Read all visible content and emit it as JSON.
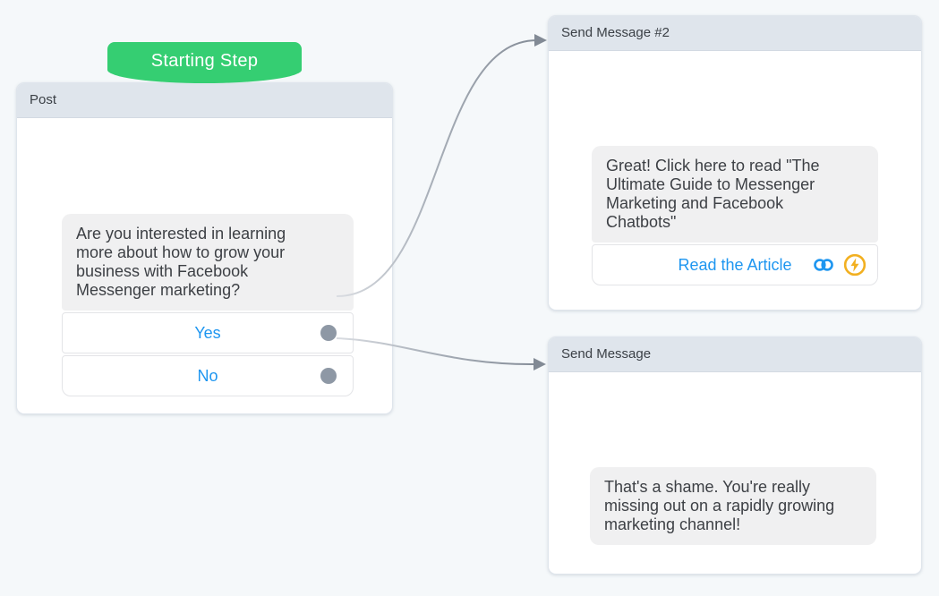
{
  "canvas": {
    "starting_step_label": "Starting Step",
    "colors": {
      "background": "#f5f8fa",
      "badge_green": "#35ce72",
      "node_header_bg": "#dfe5ec",
      "accent_blue": "#1e96f0",
      "connector_gray": "#828a95",
      "port_gray": "#8e98a5",
      "zap_yellow": "#f2b021",
      "bubble_gray": "#f0f0f1"
    }
  },
  "nodes": {
    "post": {
      "title": "Post",
      "message_lines": [
        "Are you interested in learning",
        "more about how to grow your",
        "business with Facebook",
        "Messenger marketing?"
      ],
      "message": "Are you interested in learning more about how to grow your business with Facebook Messenger marketing?",
      "buttons": [
        {
          "label": "Yes"
        },
        {
          "label": "No"
        }
      ]
    },
    "send_message_2": {
      "title": "Send Message #2",
      "message_lines": [
        "Great! Click here to read \"The",
        "Ultimate Guide to Messenger",
        "Marketing and Facebook",
        "Chatbots\""
      ],
      "message": "Great! Click here to read \"The Ultimate Guide to Messenger Marketing and Facebook Chatbots\"",
      "button": {
        "label": "Read the Article",
        "icons": [
          "link-icon",
          "zap-icon"
        ]
      }
    },
    "send_message": {
      "title": "Send Message",
      "message_lines": [
        "That's a shame. You're really",
        "missing out on a rapidly growing",
        "marketing channel!"
      ],
      "message": "That's a shame. You're really missing out on a rapidly growing marketing channel!"
    }
  },
  "connections": [
    {
      "from": "post.buttons.Yes",
      "to": "send_message_2"
    },
    {
      "from": "post.buttons.No",
      "to": "send_message"
    }
  ]
}
